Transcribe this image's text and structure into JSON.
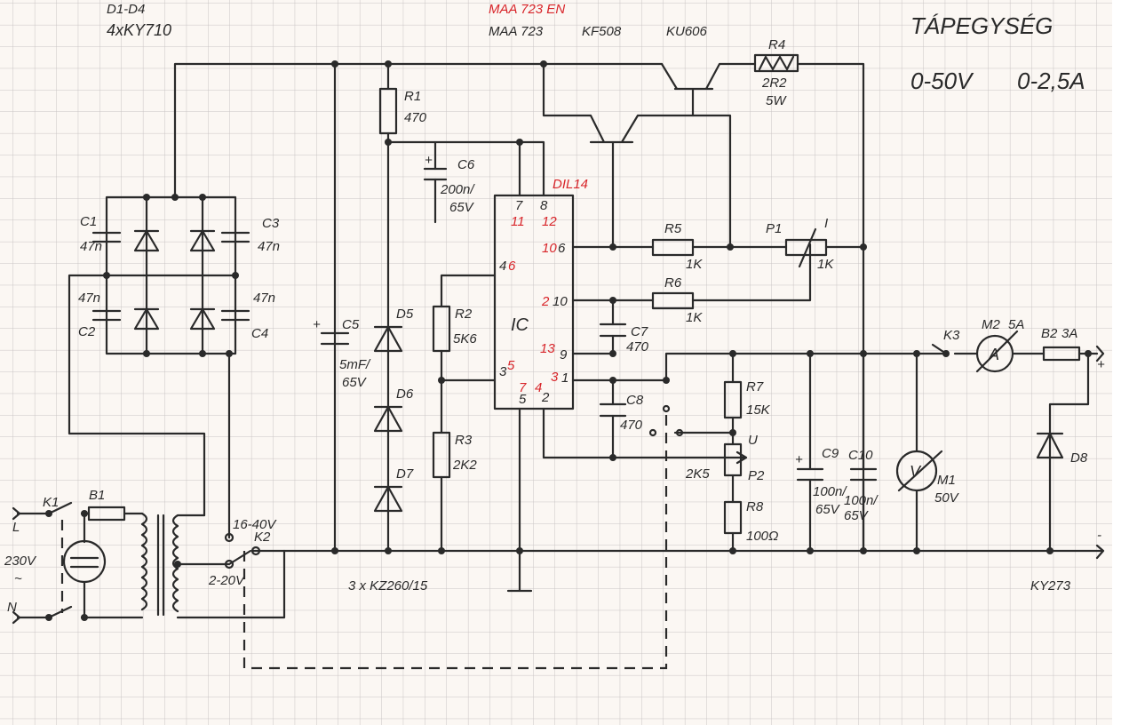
{
  "title": "TÁPEGYSÉG",
  "specs": {
    "voltage": "0-50V",
    "current": "0-2,5A"
  },
  "header_labels": {
    "bridge_name": "D1-D4",
    "bridge_type": "4xKY710",
    "ic_red": "MAA 723 EN",
    "ic": "MAA 723",
    "driver": "KF508",
    "power": "KU606"
  },
  "components": {
    "R4": {
      "name": "R4",
      "value": "2R2",
      "power": "5W"
    },
    "R1": {
      "name": "R1",
      "value": "470"
    },
    "C6": {
      "name": "C6",
      "value": "200n/",
      "voltage": "65V"
    },
    "ic_package": "DIL14",
    "ic_label": "IC",
    "C1": {
      "name": "C1",
      "value": "47n"
    },
    "C2": {
      "name": "C2",
      "value": "47n"
    },
    "C3": {
      "name": "C3",
      "value": "47n"
    },
    "C4": {
      "name": "C4",
      "value": "47n"
    },
    "C5": {
      "name": "C5",
      "value": "5mF/",
      "voltage": "65V"
    },
    "D5": "D5",
    "D6": "D6",
    "D7": "D7",
    "zeners": "3 x KZ260/15",
    "R2": {
      "name": "R2",
      "value": "5K6"
    },
    "R3": {
      "name": "R3",
      "value": "2K2"
    },
    "R5": {
      "name": "R5",
      "value": "1K"
    },
    "R6": {
      "name": "R6",
      "value": "1K"
    },
    "P1": {
      "name": "P1",
      "value": "1K",
      "mark": "I"
    },
    "C7": {
      "name": "C7",
      "value": "470"
    },
    "C8": {
      "name": "C8",
      "value": "470"
    },
    "R7": {
      "name": "R7",
      "value": "15K"
    },
    "P2": {
      "name": "P2",
      "value": "2K5",
      "mark": "U"
    },
    "R8": {
      "name": "R8",
      "value": "100Ω"
    },
    "C9": {
      "name": "C9",
      "value": "100n/",
      "voltage": "65V"
    },
    "C10": {
      "name": "C10",
      "value": "100n/",
      "voltage": "65V"
    },
    "M1": {
      "name": "M1",
      "value": "50V",
      "symbol": "V"
    },
    "M2": {
      "name": "M2",
      "value": "5A",
      "symbol": "A"
    },
    "B2": {
      "name": "B2",
      "value": "3A"
    },
    "K3": "K3",
    "D8": {
      "name": "D8",
      "type": "KY273"
    },
    "K1": "K1",
    "B1": "B1",
    "K2": "K2",
    "tap_high": "16-40V",
    "tap_low": "2-20V",
    "mains": "230V",
    "ac": "~",
    "L": "L",
    "N": "N",
    "plus": "+",
    "minus": "-"
  },
  "ic_pins": {
    "black": {
      "p7": "7",
      "p8": "8",
      "p6": "6",
      "p4": "4",
      "p10": "10",
      "p3": "3",
      "p9": "9",
      "p1": "1",
      "p5": "5",
      "p2": "2"
    },
    "red": {
      "p11": "11",
      "p12": "12",
      "p10": "10",
      "p6": "6",
      "p2": "2",
      "p5": "5",
      "p13": "13",
      "p3": "3",
      "p7": "7",
      "p4": "4"
    }
  },
  "colors": {
    "ink": "#2a2a2a",
    "red_ink": "#d8252a",
    "grid": "#c9c4c4",
    "paper": "#fbf7f3"
  }
}
